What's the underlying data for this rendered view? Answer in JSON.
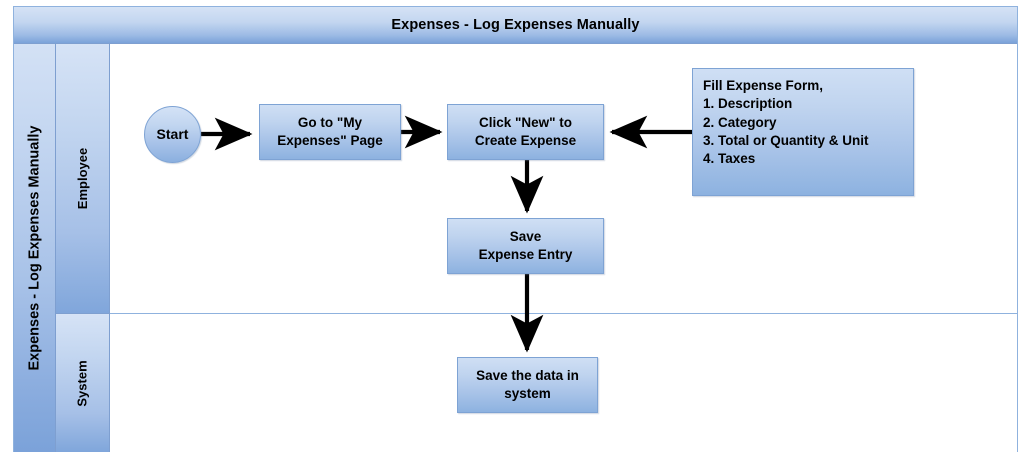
{
  "pool": {
    "title": "Expenses - Log Expenses Manually",
    "label": "Expenses - Log Expenses Manually",
    "lanes": [
      {
        "id": "employee",
        "label": "Employee"
      },
      {
        "id": "system",
        "label": "System"
      }
    ]
  },
  "nodes": {
    "start": {
      "label": "Start",
      "shape": "circle",
      "lane": "employee"
    },
    "goto_my_expenses": {
      "label": "Go to \"My\nExpenses\" Page",
      "shape": "rectangle",
      "lane": "employee"
    },
    "click_new": {
      "label": "Click \"New\" to\nCreate Expense",
      "shape": "rectangle",
      "lane": "employee"
    },
    "fill_form": {
      "label": "Fill Expense Form,\n1. Description\n2. Category\n3. Total or Quantity & Unit\n4. Taxes",
      "shape": "rectangle",
      "lane": "employee"
    },
    "save_entry": {
      "label": "Save\nExpense Entry",
      "shape": "rectangle",
      "lane": "employee"
    },
    "save_in_system": {
      "label": "Save the data in\nsystem",
      "shape": "rectangle",
      "lane": "system"
    }
  },
  "connectors": [
    {
      "id": "start-to-goto",
      "from": "start",
      "to": "goto_my_expenses",
      "direction": "right",
      "label": ""
    },
    {
      "id": "goto-to-click",
      "from": "goto_my_expenses",
      "to": "click_new",
      "direction": "right",
      "label": ""
    },
    {
      "id": "fillform-to-click",
      "from": "fill_form",
      "to": "click_new",
      "direction": "left",
      "label": ""
    },
    {
      "id": "click-to-saveentry",
      "from": "click_new",
      "to": "save_entry",
      "direction": "down",
      "label": ""
    },
    {
      "id": "saveentry-to-savesystem",
      "from": "save_entry",
      "to": "save_in_system",
      "direction": "down",
      "label": ""
    }
  ],
  "colors": {
    "header_gradient_top": "#d5e2f5",
    "header_gradient_bottom": "#7ba2d9",
    "node_fill_top": "#cfdff4",
    "node_fill_bottom": "#8db2e0",
    "node_border": "#7ea3d4",
    "pool_border": "#8fb2de",
    "connector": "#000000",
    "text": "#000000"
  }
}
